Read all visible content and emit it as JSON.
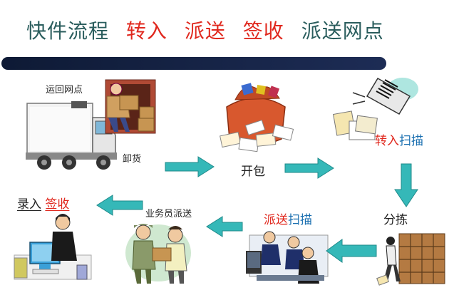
{
  "title": {
    "part1": "快件流程",
    "part2": "转入",
    "part3": "派送",
    "part4": "签收",
    "part5": "派送网点"
  },
  "labels": {
    "return_outlet": "运回网点",
    "unload": "卸货",
    "open_package": "开包",
    "transfer_in": "转入",
    "scan_1": "扫描",
    "sorting": "分拣",
    "dispatch": "派送",
    "scan_2": "扫描",
    "courier_delivery": "业务员派送",
    "enter": "录入",
    "sign": "签收"
  },
  "colors": {
    "title_dark": "#2a5d5d",
    "accent_red": "#e0281e",
    "accent_blue": "#1a6fb0",
    "arrow_teal": "#35b8b8",
    "bar_navy": "#0e1a35"
  }
}
